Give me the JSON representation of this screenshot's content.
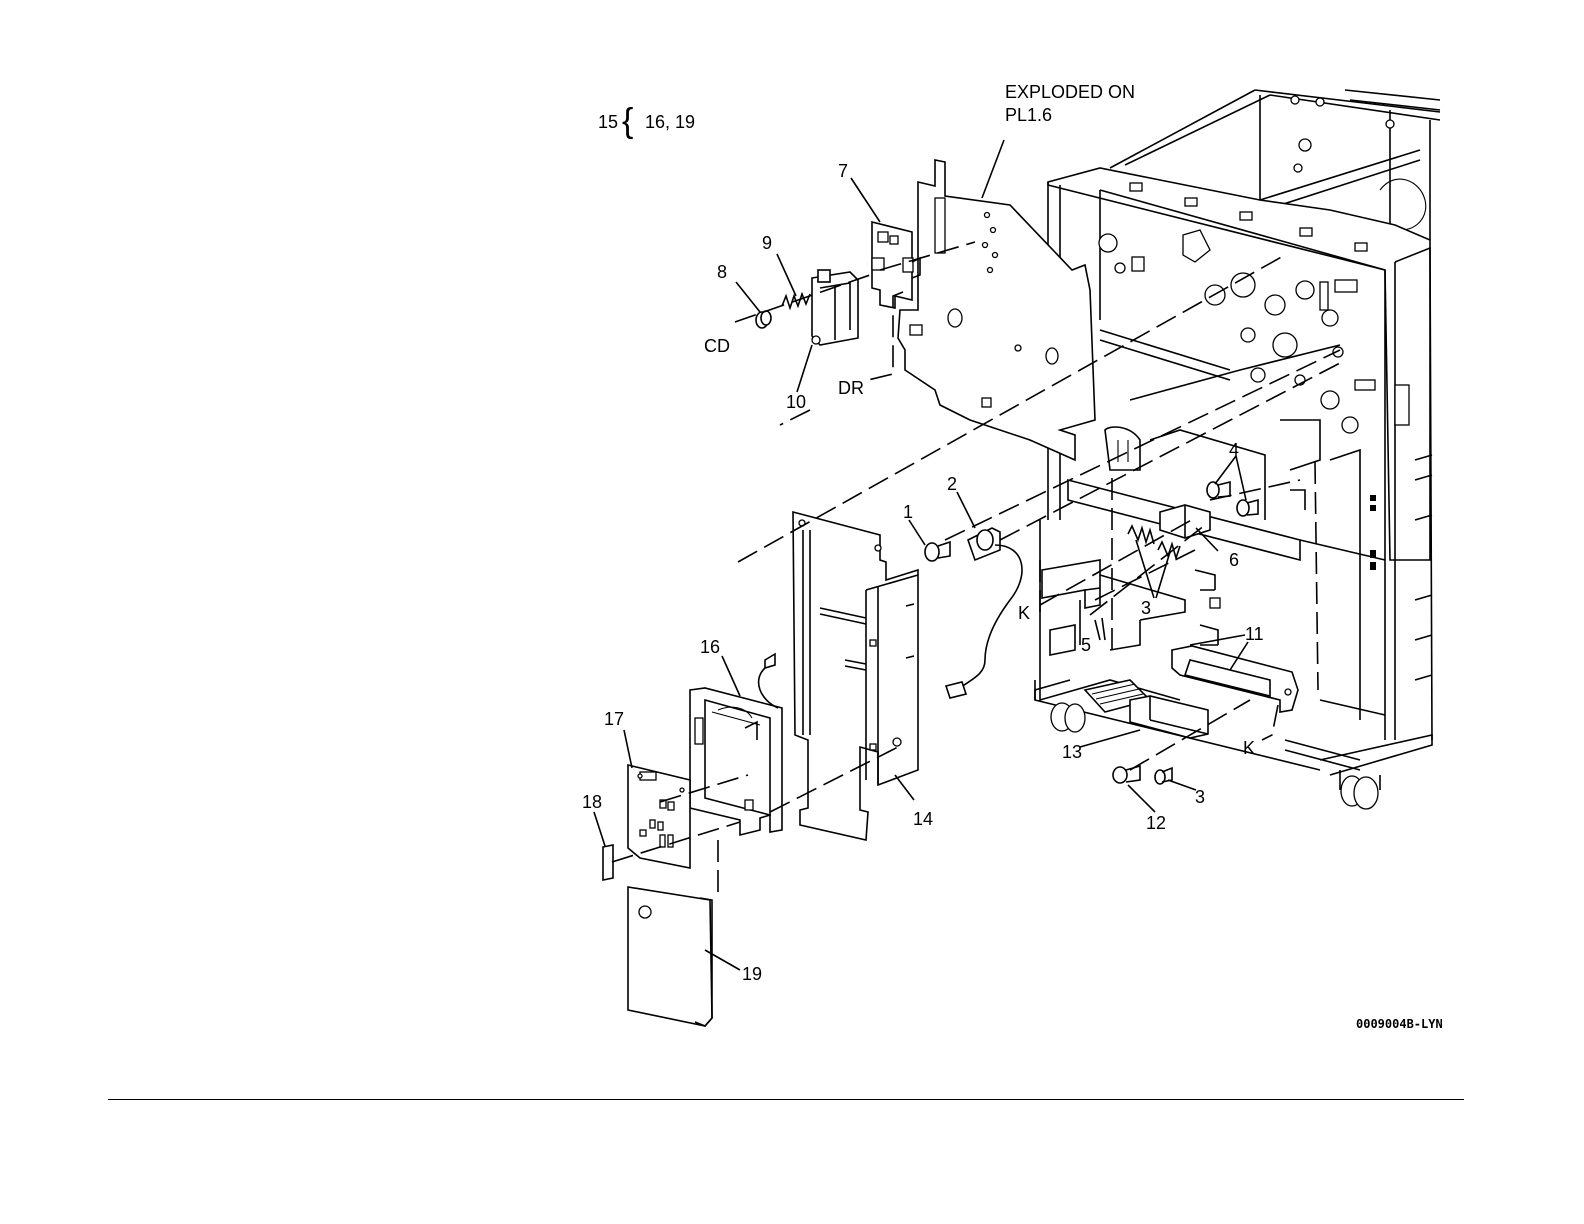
{
  "header": {
    "group_key": "15",
    "group_brace": "{",
    "group_members": "16, 19",
    "exploded_note_line1": "EXPLODED ON",
    "exploded_note_line2": "PL1.6"
  },
  "callouts": {
    "c1": "1",
    "c2": "2",
    "c3a": "3",
    "c3b": "3",
    "c4": "4",
    "c5": "5",
    "c6": "6",
    "c7": "7",
    "c8": "8",
    "c9": "9",
    "c10": "10",
    "c11": "11",
    "c12": "12",
    "c13": "13",
    "c14": "14",
    "c16": "16",
    "c17": "17",
    "c18": "18",
    "c19": "19"
  },
  "reference_letters": {
    "cd": "CD",
    "dr": "DR",
    "k1": "K",
    "k2": "K"
  },
  "figure_code": "0009004B-LYN"
}
